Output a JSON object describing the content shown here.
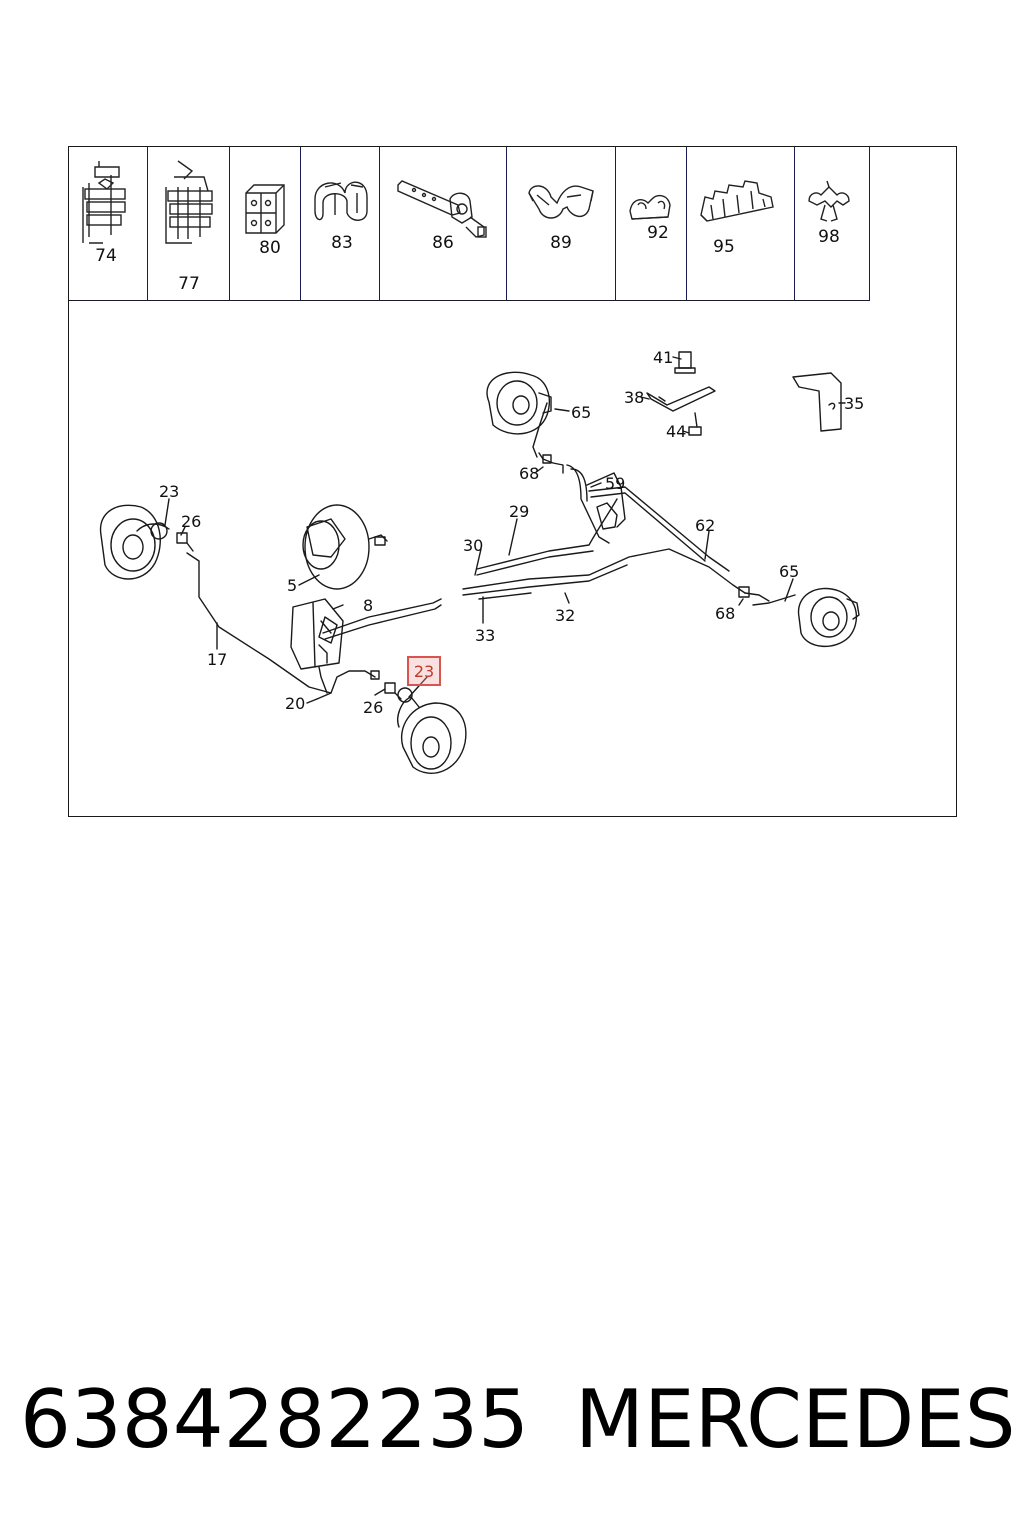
{
  "thumbnails": [
    {
      "label": "74"
    },
    {
      "label": "77"
    },
    {
      "label": "80"
    },
    {
      "label": "83"
    },
    {
      "label": "86"
    },
    {
      "label": "89"
    },
    {
      "label": "92"
    },
    {
      "label": "95"
    },
    {
      "label": "98"
    }
  ],
  "callouts": {
    "c41": "41",
    "c38": "38",
    "c44": "44",
    "c35": "35",
    "c65a": "65",
    "c68a": "68",
    "c59": "59",
    "c29": "29",
    "c62": "62",
    "c30": "30",
    "c65b": "65",
    "c68b": "68",
    "c32": "32",
    "c33": "33",
    "c23a": "23",
    "c26a": "26",
    "c5": "5",
    "c8": "8",
    "c17": "17",
    "c20": "20",
    "c26b": "26"
  },
  "highlight": {
    "label": "23",
    "color": "#d9534f"
  },
  "footer": {
    "part_number": "6384282235",
    "brand": "MERCEDES"
  }
}
